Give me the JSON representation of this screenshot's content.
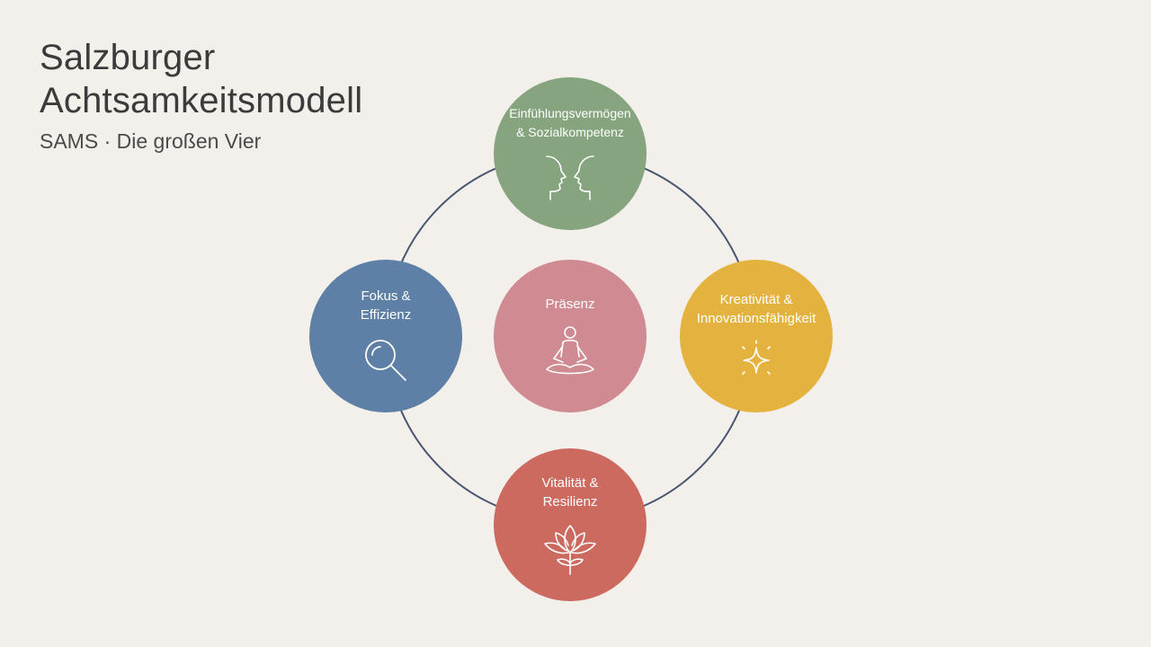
{
  "header": {
    "title_line1": "Salzburger",
    "title_line2": "Achtsamkeitsmodell",
    "subtitle": "SAMS · Die großen Vier"
  },
  "nodes": {
    "top": {
      "label": "Einfühlungsvermögen\n& Sozialkompetenz",
      "icon": "two-faces-icon",
      "color": "#86a57e"
    },
    "left": {
      "label": "Fokus &\nEffizienz",
      "icon": "magnifier-icon",
      "color": "#5e7fa6"
    },
    "center": {
      "label": "Präsenz",
      "icon": "meditation-icon",
      "color": "#cf8a92"
    },
    "right": {
      "label": "Kreativität &\nInnovationsfähigkeit",
      "icon": "sparkle-icon",
      "color": "#e4b33f"
    },
    "bottom": {
      "label": "Vitalität &\nResilienz",
      "icon": "lotus-icon",
      "color": "#cc6a60"
    }
  },
  "colors": {
    "background": "#f3f0eb",
    "ring": "#4a5570",
    "text": "#3b3b3b"
  }
}
